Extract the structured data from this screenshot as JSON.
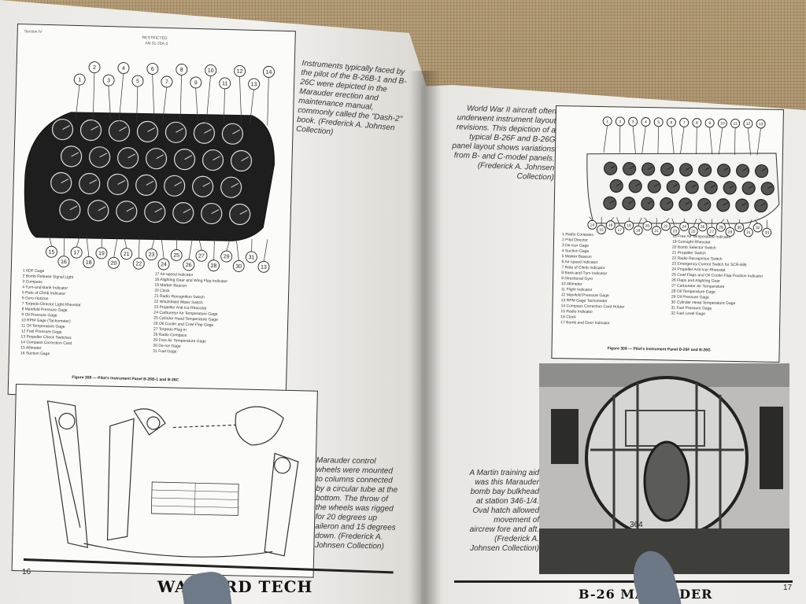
{
  "left_page": {
    "section_header": "Section IV",
    "figure_header": "RESTRICTED",
    "figure_subheader": "AN 01-20A-3",
    "callout_numbers_top": [
      "1",
      "2",
      "3",
      "4",
      "5",
      "6",
      "7",
      "8",
      "9",
      "10",
      "11",
      "12",
      "13",
      "14"
    ],
    "callout_numbers_bottom": [
      "15",
      "16",
      "17",
      "18",
      "19",
      "20",
      "21",
      "22",
      "23",
      "24",
      "25",
      "26",
      "27",
      "28",
      "29",
      "30",
      "31",
      "13"
    ],
    "legend_left": [
      "1  ADF Gage",
      "2  Bomb Release Signal Light",
      "3  Compass",
      "4  Turn-and-Bank Indicator",
      "5  Rate of Climb Indicator",
      "6  Gyro Horizon",
      "7  Torpedo Director Light Rheostat",
      "8  Manifold Pressure Gage",
      "9  Oil Pressure Gage",
      "10  RPM Gage (Tachometer)",
      "11  Oil Temperature Gage",
      "12  Fuel Pressure Gage",
      "13  Propeller Check Switches",
      "14  Compass Correction Card",
      "15  Altimeter",
      "16  Suction Gage"
    ],
    "legend_right": [
      "17  Air-speed Indicator",
      "18  Alighting Gear and Wing Flap Indicator",
      "19  Marker Beacon",
      "20  Clock",
      "21  Radio Recognition Switch",
      "22  Windshield Wiper Switch",
      "23  Propeller Anti-Ice Rheostat",
      "24  Carburetor Air Temperature Gage",
      "25  Cylinder Head Temperature Gage",
      "26  Oil Cooler and Cowl Flap Gage",
      "27  Torpedo Plug-in",
      "28  Radio Compass",
      "29  Free Air Temperature Gage",
      "30  De-Ice Gage",
      "31  Fuel Gage"
    ],
    "figure_title": "Figure 308 — Pilot's Instrument Panel B-26B-1 and B-26C",
    "caption_top": "Instruments typically faced by the pilot of the B-26B-1 and B-26C were depicted in the Marauder erection and maintenance manual, commonly called the \"Dash-2\" book. (Frederick A. Johnsen Collection)",
    "caption_bottom": "Marauder control wheels were mounted to columns connected by a circular tube at the bottom. The throw of the wheels was rigged for 20 degrees up aileron and 15 degrees down. (Frederick A. Johnsen Collection)",
    "page_number": "16",
    "footer_brand": "WARBIRD TECH"
  },
  "right_page": {
    "caption_top": "World War II aircraft often underwent instrument layout revisions. This depiction of a typical B-26F and B-26G panel layout shows variations from B- and C-model panels. (Frederick A. Johnsen Collection)",
    "callout_numbers_top": [
      "1",
      "2",
      "3",
      "4",
      "5",
      "6",
      "7",
      "8",
      "9",
      "10",
      "11",
      "12",
      "13"
    ],
    "callout_numbers_bottom": [
      "14",
      "15",
      "16",
      "17",
      "18",
      "19",
      "20",
      "21",
      "22",
      "23",
      "24",
      "25",
      "26",
      "27",
      "28",
      "29",
      "30",
      "31",
      "32",
      "33"
    ],
    "legend_left": [
      "1  Radio Compass",
      "2  Pilot Director",
      "3  De-Icer Gage",
      "4  Suction Gage",
      "5  Marker Beacon",
      "6  Air-speed Indicator",
      "7  Rate of Climb Indicator",
      "8  Bank-and-Turn Indicator",
      "9  Directional Gyro",
      "10  Altimeter",
      "11  Flight Indicator",
      "12  Manifold Pressure Gage",
      "13  RPM Gage Tachometer",
      "14  Compass Correction Card Holder",
      "15  Radio Indicator",
      "16  Clock",
      "17  Bomb and Door Indicator"
    ],
    "legend_right": [
      "18  Free Air Temperature Indicator",
      "19  Gunsight Rheostat",
      "20  Bomb Selector Switch",
      "21  Propeller Switch",
      "22  Radio Recognition Switch",
      "23  Emergency Control Switch for SCR-695",
      "24  Propeller Anti-Icer Rheostat",
      "25  Cowl Flaps and Oil Cooler Flap Position Indicator",
      "26  Flaps and Alighting Gear",
      "27  Carburetor Air Temperature",
      "28  Oil Temperature Gage",
      "29  Oil Pressure Gage",
      "30  Cylinder Head Temperature Gage",
      "31  Fuel Pressure Gage",
      "32  Fuel Level Gage"
    ],
    "figure_title": "Figure 309 — Pilot's Instrument Panel B-26F and B-26G",
    "caption_bottom": "A Martin training aid was this Marauder bomb bay bulkhead at station 346-1/4. Oval hatch allowed movement of aircrew fore and aft. (Frederick A. Johnsen Collection)",
    "photo_label": "364",
    "page_number": "17",
    "footer_brand": "B-26 MARAUDER"
  }
}
